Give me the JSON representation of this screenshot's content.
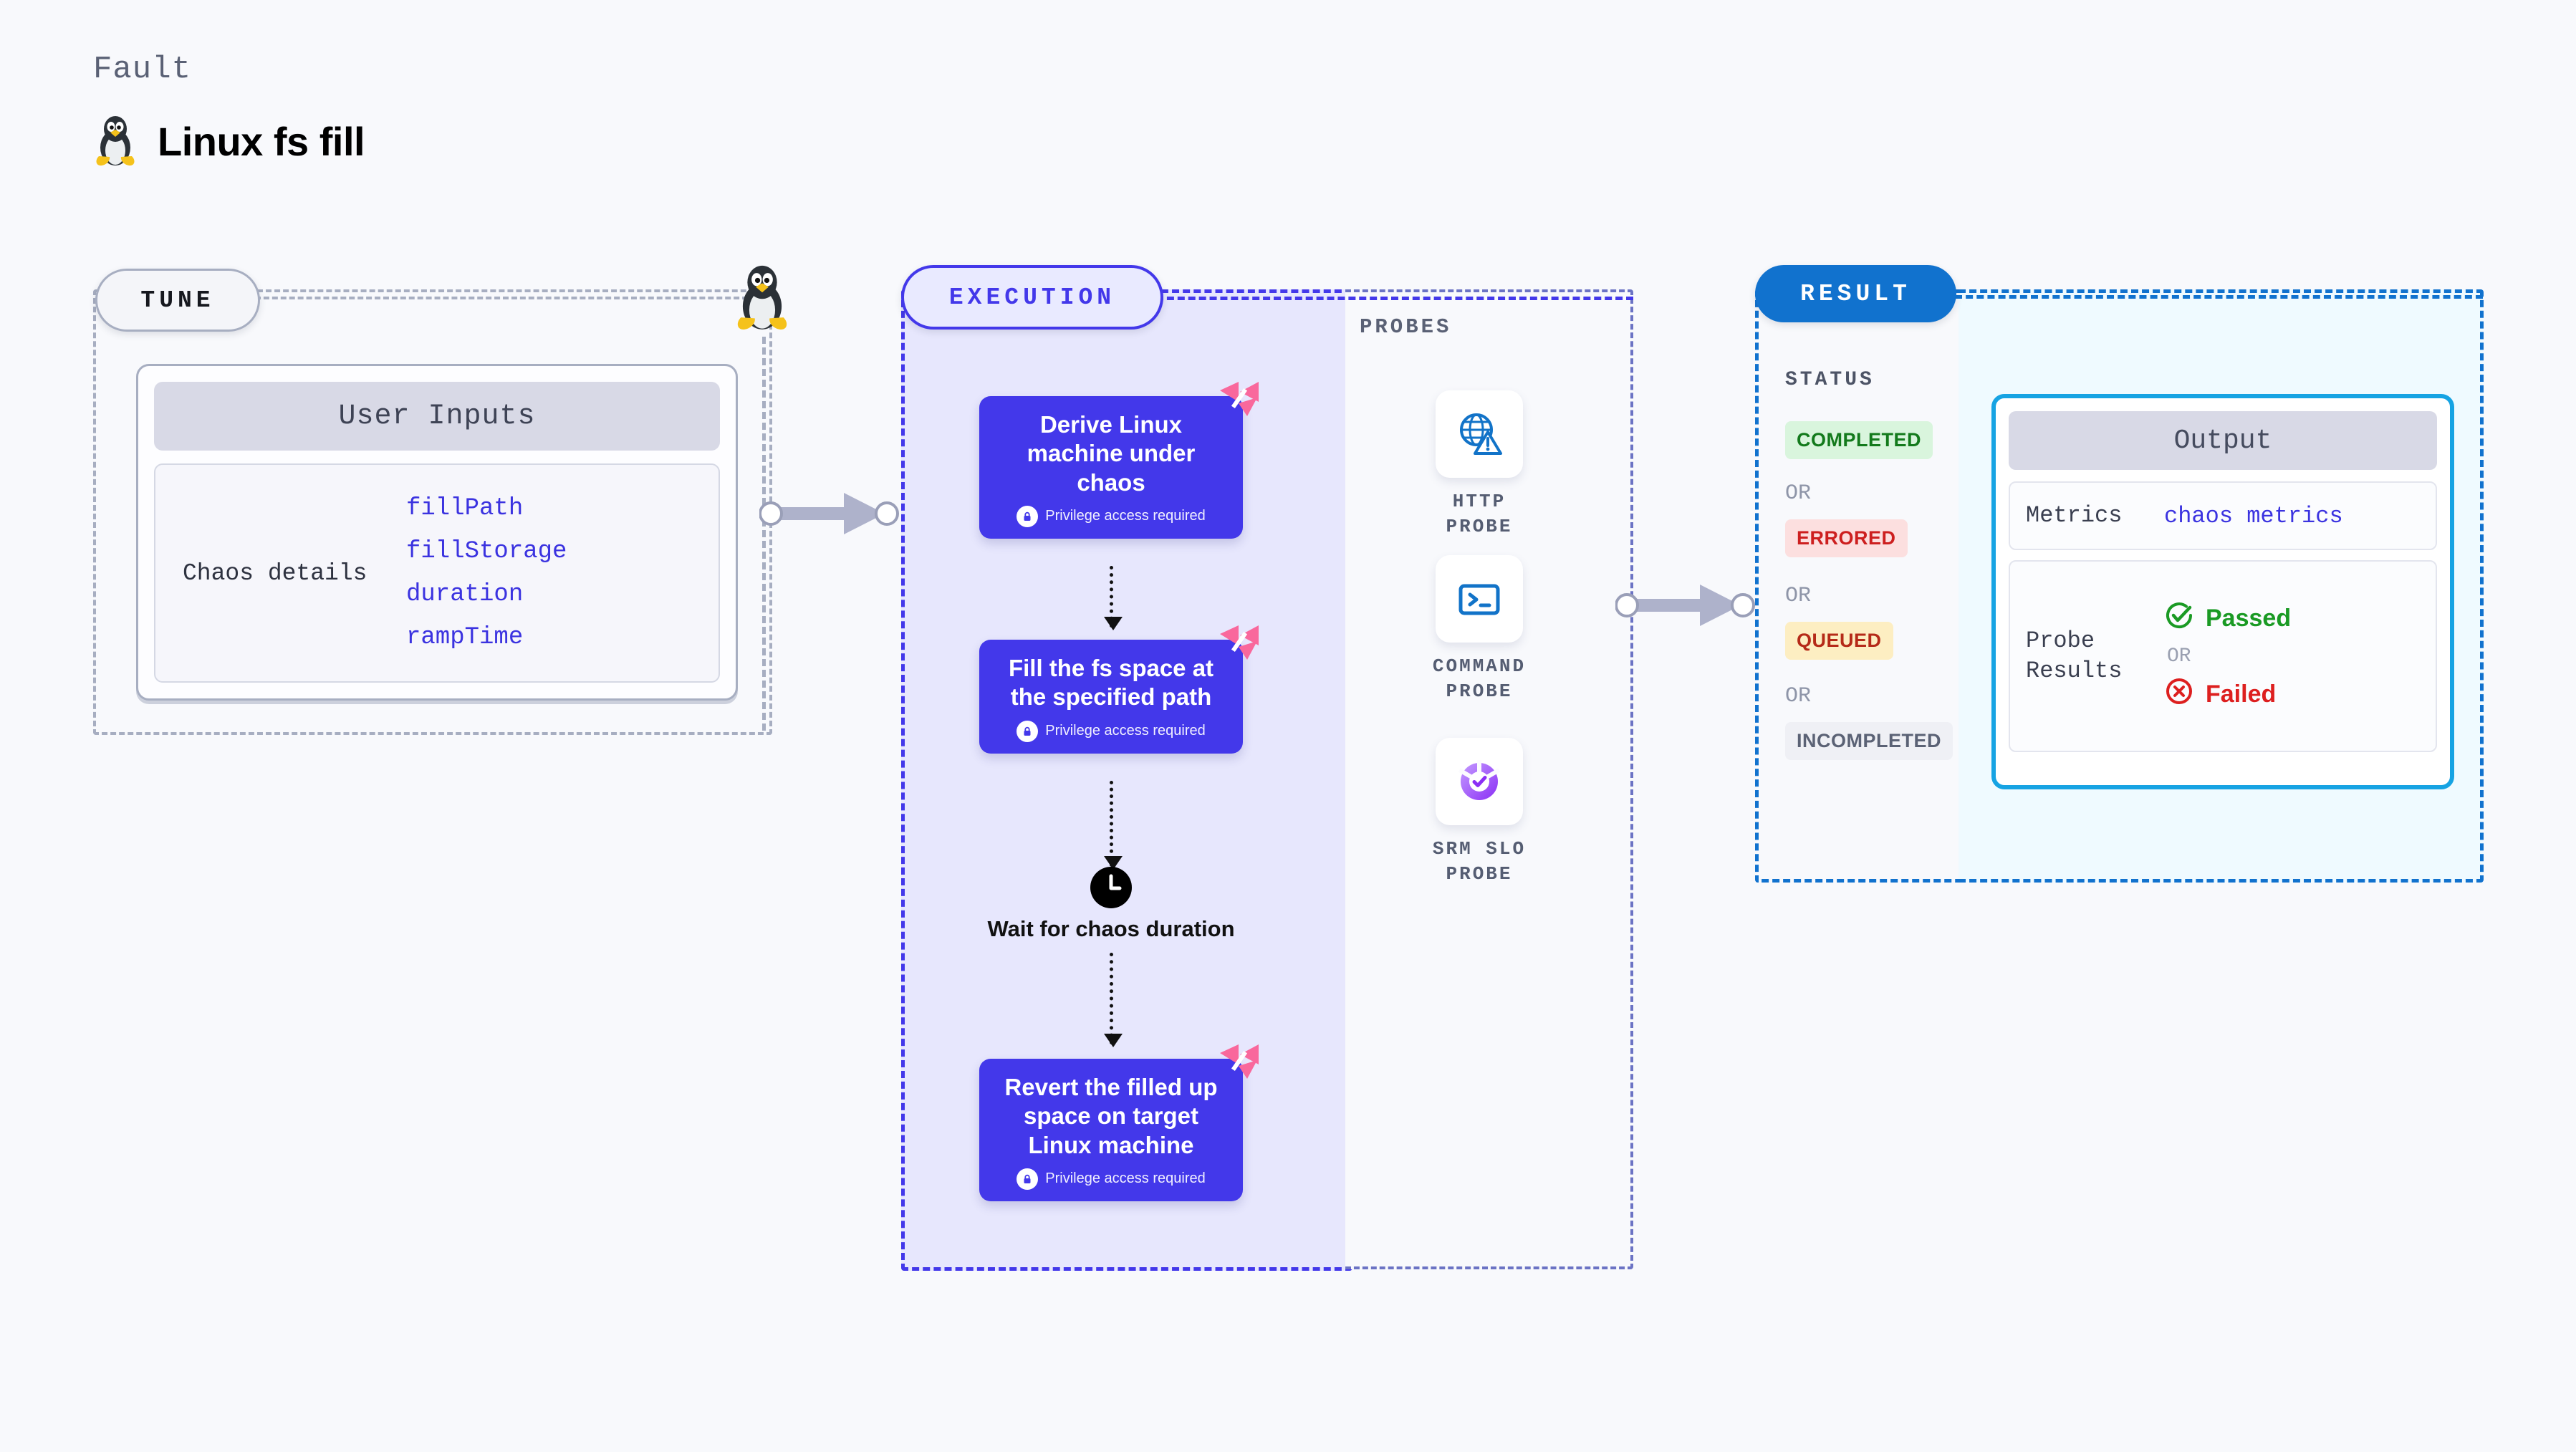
{
  "header": {
    "kicker": "Fault",
    "title": "Linux fs fill",
    "icon": "linux-penguin-icon"
  },
  "tune": {
    "pill_label": "TUNE",
    "icon": "linux-penguin-icon",
    "card": {
      "header": "User Inputs",
      "row_label": "Chaos details",
      "params": [
        "fillPath",
        "fillStorage",
        "duration",
        "rampTime"
      ]
    }
  },
  "execution": {
    "pill_label": "EXECUTION",
    "steps": [
      {
        "title": "Derive Linux machine under chaos",
        "note": "Privilege access required",
        "badge": "litmus-logo-icon",
        "lock": "lock-icon"
      },
      {
        "title": "Fill the fs space at the specified path",
        "note": "Privilege access required",
        "badge": "litmus-logo-icon",
        "lock": "lock-icon"
      },
      {
        "title": "Revert the filled up space on target Linux machine",
        "note": "Privilege access required",
        "badge": "litmus-logo-icon",
        "lock": "lock-icon"
      }
    ],
    "wait_node": {
      "label": "Wait for chaos duration",
      "icon": "clock-icon"
    }
  },
  "probes": {
    "section_label": "PROBES",
    "items": [
      {
        "label": "HTTP PROBE",
        "icon": "globe-alert-icon"
      },
      {
        "label": "COMMAND PROBE",
        "icon": "terminal-icon"
      },
      {
        "label": "SRM SLO PROBE",
        "icon": "srm-slo-icon"
      }
    ]
  },
  "result": {
    "pill_label": "RESULT",
    "status_label": "STATUS",
    "or_label": "OR",
    "statuses": [
      {
        "label": "COMPLETED",
        "bg": "#d9f5dd",
        "fg": "#137a1c"
      },
      {
        "label": "ERRORED",
        "bg": "#fcdfdf",
        "fg": "#cd1f1f"
      },
      {
        "label": "QUEUED",
        "bg": "#fdeec2",
        "fg": "#b52a18"
      },
      {
        "label": "INCOMPLETED",
        "bg": "#eff0f5",
        "fg": "#5b6275"
      }
    ],
    "output": {
      "header": "Output",
      "metrics_key": "Metrics",
      "metrics_value": "chaos metrics",
      "probe_results_key": "Probe Results",
      "passed": "Passed",
      "failed": "Failed",
      "or_label": "OR"
    }
  },
  "colors": {
    "page_bg": "#f8f9fc",
    "accent_purple": "#4338ea",
    "accent_blue": "#1172ce",
    "accent_cyan": "#16a3e3",
    "badge_pink": "#f9689c",
    "grey_border": "#a7aec1",
    "link_blue": "#3b33e0"
  }
}
